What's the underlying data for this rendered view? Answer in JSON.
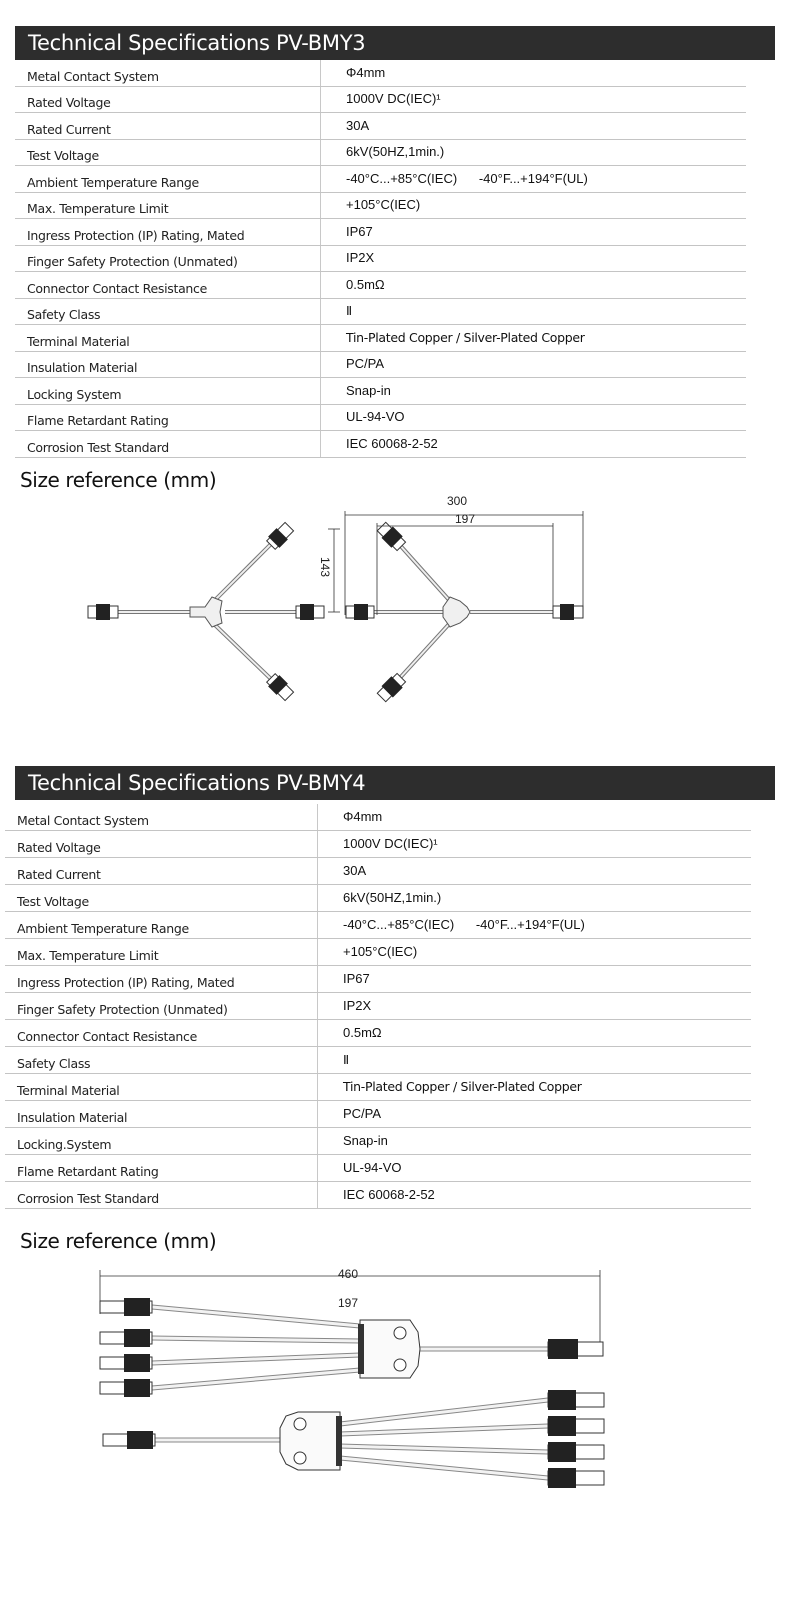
{
  "section1": {
    "title": "Technical Specifications  PV-BMY3",
    "rows": [
      {
        "label": "Metal Contact System",
        "value": "Φ4mm"
      },
      {
        "label": "Rated Voltage",
        "value": "1000V DC(IEC)¹"
      },
      {
        "label": "Rated Current",
        "value": "30A"
      },
      {
        "label": "Test Voltage",
        "value": "6kV(50HZ,1min.)"
      },
      {
        "label": "Ambient Temperature Range",
        "value": "-40°C...+85°C(IEC)      -40°F...+194°F(UL)"
      },
      {
        "label": "Max. Temperature Limit",
        "value": "+105°C(IEC)"
      },
      {
        "label": "Ingress Protection (IP) Rating, Mated",
        "value": "IP67"
      },
      {
        "label": "Finger Safety Protection (Unmated)",
        "value": "IP2X"
      },
      {
        "label": "Connector Contact Resistance",
        "value": "0.5mΩ"
      },
      {
        "label": "Safety Class",
        "value": "Ⅱ"
      },
      {
        "label": "Terminal Material",
        "value": "Tin-Plated Copper / Silver-Plated Copper"
      },
      {
        "label": "Insulation Material",
        "value": "PC/PA"
      },
      {
        "label": "Locking System",
        "value": "Snap-in"
      },
      {
        "label": "Flame Retardant Rating",
        "value": "UL-94-VO"
      },
      {
        "label": "Corrosion Test Standard",
        "value": "IEC 60068-2-52"
      }
    ],
    "size_title": "Size reference (mm)",
    "dims": {
      "overall": "300",
      "inner": "197",
      "height": "143"
    }
  },
  "section2": {
    "title": "Technical Specifications  PV-BMY4",
    "rows": [
      {
        "label": "Metal Contact System",
        "value": "Φ4mm"
      },
      {
        "label": "Rated Voltage",
        "value": "1000V DC(IEC)¹"
      },
      {
        "label": "Rated Current",
        "value": "30A"
      },
      {
        "label": "Test Voltage",
        "value": "6kV(50HZ,1min.)"
      },
      {
        "label": "Ambient Temperature Range",
        "value": "-40°C...+85°C(IEC)      -40°F...+194°F(UL)"
      },
      {
        "label": "Max. Temperature Limit",
        "value": "+105°C(IEC)"
      },
      {
        "label": "Ingress Protection (IP) Rating, Mated",
        "value": "IP67"
      },
      {
        "label": "Finger Safety Protection (Unmated)",
        "value": "IP2X"
      },
      {
        "label": "Connector Contact Resistance",
        "value": "0.5mΩ"
      },
      {
        "label": "Safety Class",
        "value": "Ⅱ"
      },
      {
        "label": "Terminal Material",
        "value": "Tin-Plated Copper / Silver-Plated Copper"
      },
      {
        "label": "Insulation Material",
        "value": "PC/PA"
      },
      {
        "label": "Locking.System",
        "value": "Snap-in"
      },
      {
        "label": "Flame Retardant Rating",
        "value": "UL-94-VO"
      },
      {
        "label": "Corrosion Test Standard",
        "value": "IEC 60068-2-52"
      }
    ],
    "size_title": "Size reference (mm)",
    "dims": {
      "overall": "460",
      "inner": "197"
    }
  }
}
